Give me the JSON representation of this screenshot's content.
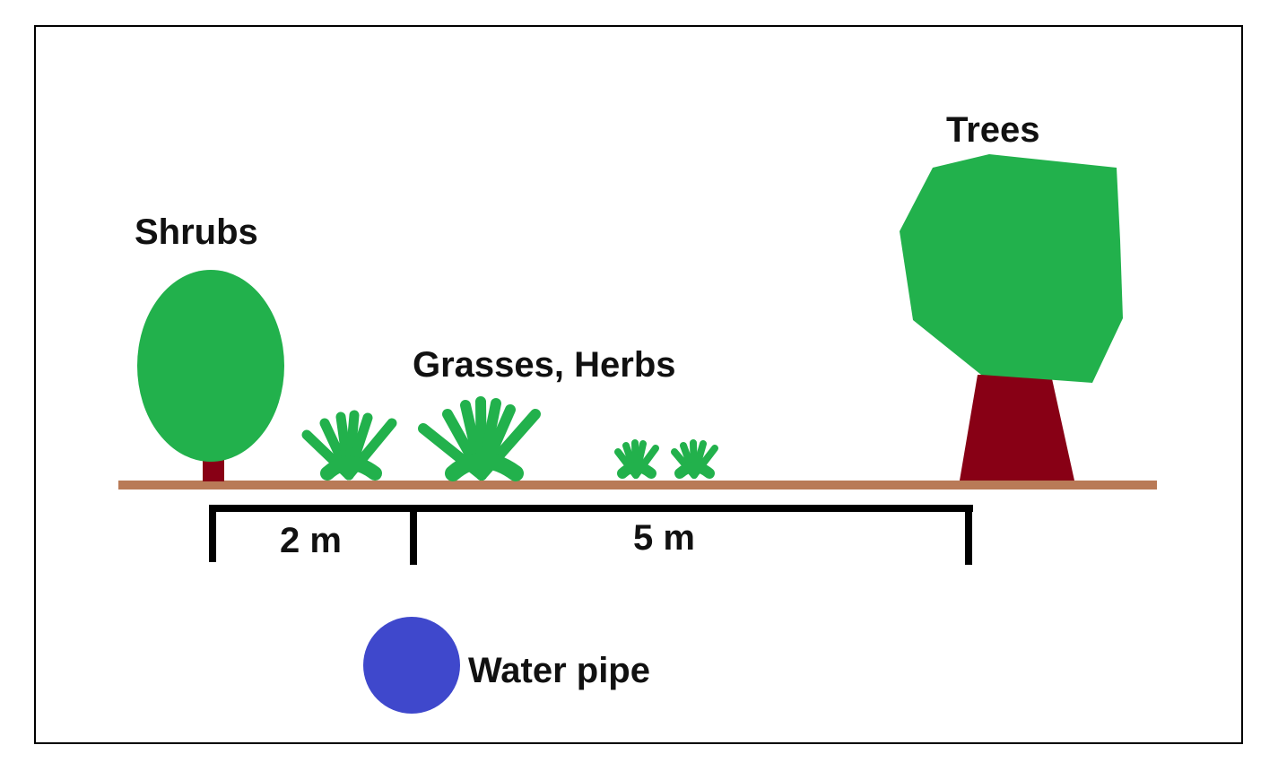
{
  "labels": {
    "shrubs": "Shrubs",
    "grasses_herbs": "Grasses, Herbs",
    "trees": "Trees",
    "water_pipe": "Water pipe"
  },
  "distances": {
    "shrubs_to_pipe": "2 m",
    "pipe_to_trees": "5 m"
  },
  "colors": {
    "foliage": "#22b14c",
    "trunk": "#880015",
    "ground": "#b97a57",
    "pipe": "#3f48cc",
    "dimension_line": "#000000",
    "frame": "#000000"
  }
}
